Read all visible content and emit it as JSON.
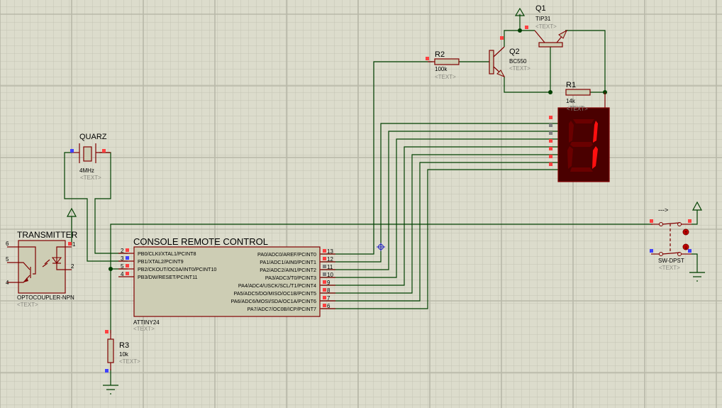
{
  "schematic": {
    "title": "CONSOLE REMOTE CONTROL",
    "colors": {
      "background": "#dcdccc",
      "grid_minor": "#c8c8b8",
      "grid_major": "#b8b8a8",
      "wire": "#004000",
      "component": "#800000",
      "body_fill": "#cdcdb4",
      "pin_high": "#ff4040",
      "pin_low": "#4040ff",
      "pin_float": "#808080",
      "seg_on": "#ff1010",
      "seg_off": "#6a0000",
      "display_bg": "#4a0000"
    },
    "placeholder_text": "<TEXT>",
    "mcu": {
      "label": "CONSOLE REMOTE CONTROL",
      "part": "ATTINY24",
      "left_pins": [
        {
          "num": "2",
          "name": "PB0/CLKI/XTAL1/PCINT8",
          "state": "high"
        },
        {
          "num": "3",
          "name": "PB1/XTAL2/PCINT9",
          "state": "low"
        },
        {
          "num": "5",
          "name": "PB2/CKOUT/OC0A/INT0/PCINT10",
          "state": "high"
        },
        {
          "num": "4",
          "name": "PB3/DW/RESET/PCINT11",
          "state": "high"
        }
      ],
      "right_pins": [
        {
          "num": "13",
          "name": "PA0/ADC0/AREF/PCINT0",
          "state": "high"
        },
        {
          "num": "12",
          "name": "PA1/ADC1/AIN0/PCINT1",
          "state": "high"
        },
        {
          "num": "11",
          "name": "PA2/ADC2/AIN1/PCINT2",
          "state": "float"
        },
        {
          "num": "10",
          "name": "PA3/ADC3/T0/PCINT3",
          "state": "float"
        },
        {
          "num": "9",
          "name": "PA4/ADC4/USCK/SCL/T1/PCINT4",
          "state": "high"
        },
        {
          "num": "8",
          "name": "PA5/ADC5/DO/MISO/OC1B/PCINT5",
          "state": "high"
        },
        {
          "num": "7",
          "name": "PA6/ADC6/MOSI/SDA/OC1A/PCINT6",
          "state": "high"
        },
        {
          "num": "6",
          "name": "PA7/ADC7/OC0B/ICP/PCINT7",
          "state": "high"
        }
      ]
    },
    "optocoupler": {
      "label": "TRANSMITTER",
      "part": "OPTOCOUPLER-NPN",
      "pins": [
        "6",
        "5",
        "4",
        "1",
        "2"
      ]
    },
    "crystal": {
      "label": "QUARZ",
      "value": "4MHz"
    },
    "resistors": [
      {
        "ref": "R1",
        "value": "14k"
      },
      {
        "ref": "R2",
        "value": "100k"
      },
      {
        "ref": "R3",
        "value": "10k"
      }
    ],
    "transistors": [
      {
        "ref": "Q1",
        "part": "TIP31"
      },
      {
        "ref": "Q2",
        "part": "BC550"
      }
    ],
    "switch": {
      "part": "SW-DPST",
      "arrow": "--->"
    },
    "display": {
      "digit": "1",
      "segments_on": [
        "b",
        "c"
      ],
      "pin_states": [
        "high",
        "float",
        "float",
        "high",
        "high",
        "high",
        "high"
      ]
    }
  }
}
